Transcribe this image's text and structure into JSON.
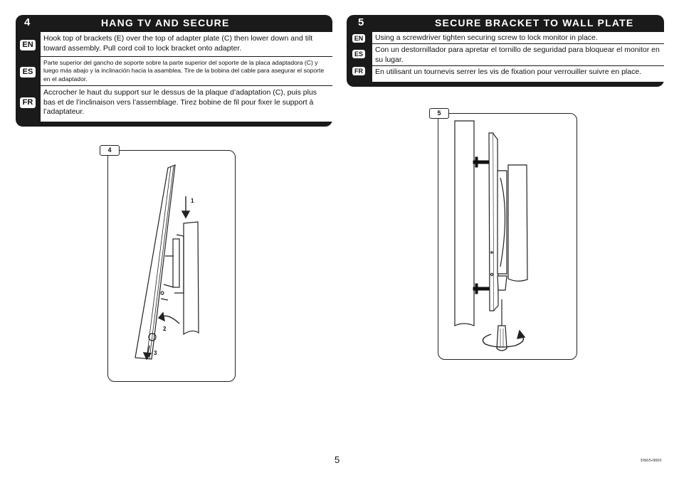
{
  "step4": {
    "number": "4",
    "title": "HANG TV AND SECURE",
    "rows": [
      {
        "lang": "EN",
        "text": "Hook top of brackets (E) over the top of adapter plate (C) then lower down and tilt toward assembly.  Pull cord coil to lock bracket onto adapter."
      },
      {
        "lang": "ES",
        "text": "Parte superior del gancho de soporte sobre la parte superior del soporte de la placa adaptadora (C) y luego más abajo y la inclinación hacia la asamblea.  Tire de la bobina del cable para asegurar el soporte en el adaptador."
      },
      {
        "lang": "FR",
        "text": "Accrocher le haut du support sur le dessus de la plaque d’adaptation (C), puis plus bas et de l’inclinaison vers l’assemblage.  Tirez bobine de fil pour fixer le support à l’adaptateur."
      }
    ]
  },
  "step5": {
    "number": "5",
    "title": "SECURE BRACKET TO WALL PLATE",
    "rows": [
      {
        "lang": "EN",
        "text": "Using a screwdriver tighten securing screw to lock monitor in place."
      },
      {
        "lang": "ES",
        "text": "Con un destornillador para apretar el tornillo de seguridad para bloquear el monitor en su lugar."
      },
      {
        "lang": "FR",
        "text": "En utilisant un tournevis serrer les vis de fixation pour verrouiller suivre en place."
      }
    ]
  },
  "figure4": {
    "tab": "4",
    "callouts": [
      "1",
      "2",
      "3"
    ]
  },
  "figure5": {
    "tab": "5"
  },
  "page_number": "5",
  "doc_code": "DS65-0001"
}
